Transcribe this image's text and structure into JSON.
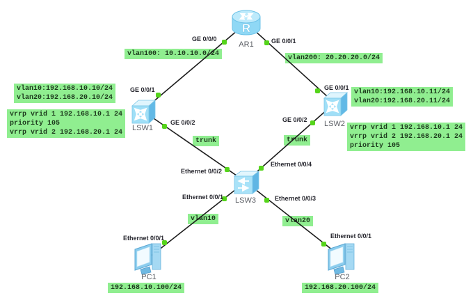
{
  "app": {
    "description": "network topology canvas",
    "colors": {
      "background": "#ffffff",
      "annotation_bg": "#90ee90",
      "link_line": "#1c1c1c",
      "port_up_dot": "#55d41b",
      "device_icon_blue": "#9bdcf6",
      "device_label_gray": "#5d6066"
    }
  },
  "devices": [
    {
      "id": "AR1",
      "label": "AR1",
      "type": "router"
    },
    {
      "id": "LSW1",
      "label": "LSW1",
      "type": "l3-switch"
    },
    {
      "id": "LSW2",
      "label": "LSW2",
      "type": "l3-switch"
    },
    {
      "id": "LSW3",
      "label": "LSW3",
      "type": "l2-switch"
    },
    {
      "id": "PC1",
      "label": "PC1",
      "type": "pc"
    },
    {
      "id": "PC2",
      "label": "PC2",
      "type": "pc"
    }
  ],
  "port_labels": [
    {
      "device": "AR1",
      "text": "GE 0/0/0"
    },
    {
      "device": "AR1",
      "text": "GE 0/0/1"
    },
    {
      "device": "LSW1",
      "text": "GE 0/0/1"
    },
    {
      "device": "LSW1",
      "text": "GE 0/0/2"
    },
    {
      "device": "LSW2",
      "text": "GE 0/0/1"
    },
    {
      "device": "LSW2",
      "text": "GE 0/0/2"
    },
    {
      "device": "LSW3",
      "text": "Ethernet 0/0/2"
    },
    {
      "device": "LSW3",
      "text": "Ethernet 0/0/4"
    },
    {
      "device": "LSW3",
      "text": "Ethernet 0/0/1"
    },
    {
      "device": "LSW3",
      "text": "Ethernet 0/0/3"
    },
    {
      "device": "PC1",
      "text": "Ethernet 0/0/1"
    },
    {
      "device": "PC2",
      "text": "Ethernet 0/0/1"
    }
  ],
  "annotations": [
    {
      "text": "vlan100: 10.10.10.0/24"
    },
    {
      "text": "vlan200: 20.20.20.0/24"
    },
    {
      "text": "vlan10:192.168.10.10/24\nvlan20:192.168.20.10/24"
    },
    {
      "text": "vrrp vrid 1 192.168.10.1 24\npriority 105\nvrrp vrid 2 192.168.20.1 24"
    },
    {
      "text": "vlan10:192.168.10.11/24\nvlan20:192.168.20.11/24"
    },
    {
      "text": "vrrp vrid 1 192.168.10.1 24\nvrrp vrid 2 192.168.20.1 24\npriority 105"
    },
    {
      "text": "trunk"
    },
    {
      "text": "trunk"
    },
    {
      "text": "vlan10"
    },
    {
      "text": "vlan20"
    },
    {
      "text": "192.168.10.100/24"
    },
    {
      "text": "192.168.20.100/24"
    }
  ],
  "links": [
    {
      "from": "AR1",
      "to": "LSW1",
      "from_port": "GE 0/0/0",
      "to_port": "GE 0/0/1"
    },
    {
      "from": "AR1",
      "to": "LSW2",
      "from_port": "GE 0/0/1",
      "to_port": "GE 0/0/1"
    },
    {
      "from": "LSW1",
      "to": "LSW3",
      "from_port": "GE 0/0/2",
      "to_port": "Ethernet 0/0/2",
      "note": "trunk"
    },
    {
      "from": "LSW2",
      "to": "LSW3",
      "from_port": "GE 0/0/2",
      "to_port": "Ethernet 0/0/4",
      "note": "trunk"
    },
    {
      "from": "LSW3",
      "to": "PC1",
      "from_port": "Ethernet 0/0/1",
      "to_port": "Ethernet 0/0/1",
      "note": "vlan10"
    },
    {
      "from": "LSW3",
      "to": "PC2",
      "from_port": "Ethernet 0/0/3",
      "to_port": "Ethernet 0/0/1",
      "note": "vlan20"
    }
  ]
}
